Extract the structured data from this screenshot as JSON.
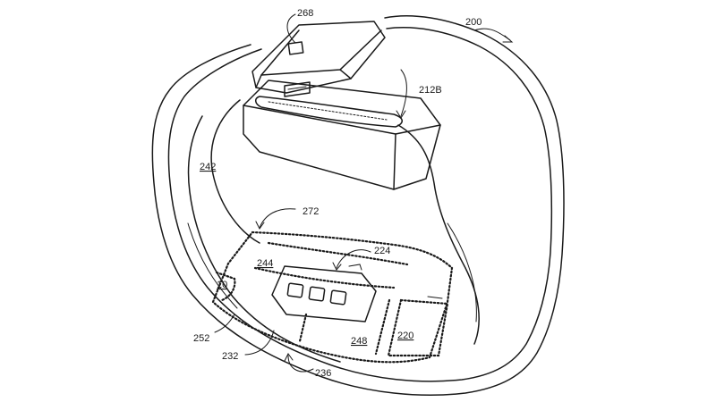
{
  "figure": {
    "labels": {
      "l200": "200",
      "l268": "268",
      "l212B": "212B",
      "l242": "242",
      "l272": "272",
      "l224": "224",
      "l244": "244",
      "l10": "10",
      "l252": "252",
      "l232": "232",
      "l236": "236",
      "l248": "248",
      "l220": "220"
    }
  }
}
